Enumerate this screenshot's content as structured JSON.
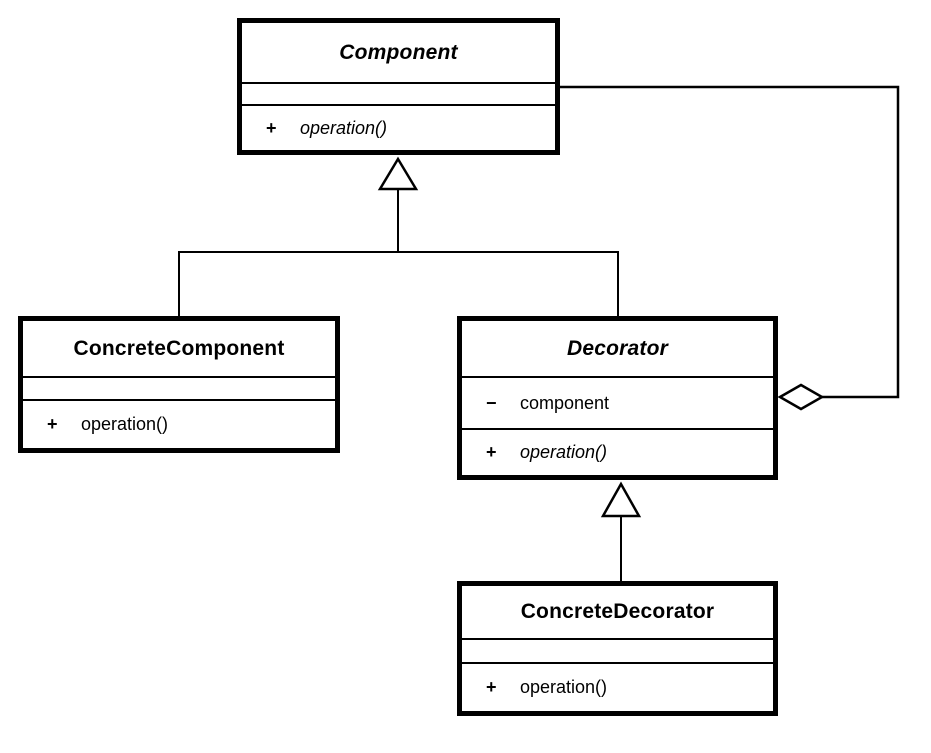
{
  "diagram": {
    "kind": "uml-class-diagram",
    "colors": {
      "line": "#000000",
      "background": "#ffffff",
      "box_fill": "#ffffff",
      "text": "#000000"
    }
  },
  "classes": [
    {
      "name": "Component",
      "abstract": true,
      "attributes": [],
      "operations": [
        {
          "visibility": "+",
          "name": "operation()",
          "abstract": true
        }
      ]
    },
    {
      "name": "ConcreteComponent",
      "abstract": false,
      "attributes": [],
      "operations": [
        {
          "visibility": "+",
          "name": "operation()",
          "abstract": false
        }
      ]
    },
    {
      "name": "Decorator",
      "abstract": true,
      "attributes": [
        {
          "visibility": "−",
          "name": "component"
        }
      ],
      "operations": [
        {
          "visibility": "+",
          "name": "operation()",
          "abstract": true
        }
      ]
    },
    {
      "name": "ConcreteDecorator",
      "abstract": false,
      "attributes": [],
      "operations": [
        {
          "visibility": "+",
          "name": "operation()",
          "abstract": false
        }
      ]
    }
  ],
  "relationships": [
    {
      "type": "generalization",
      "from": "ConcreteComponent",
      "to": "Component"
    },
    {
      "type": "generalization",
      "from": "Decorator",
      "to": "Component"
    },
    {
      "type": "generalization",
      "from": "ConcreteDecorator",
      "to": "Decorator"
    },
    {
      "type": "aggregation",
      "owner": "Decorator",
      "part": "Component"
    }
  ]
}
